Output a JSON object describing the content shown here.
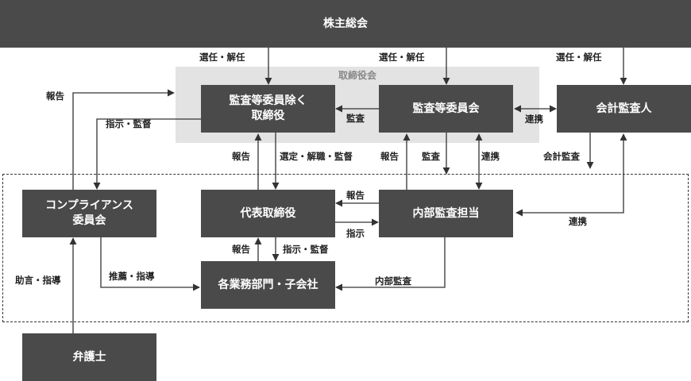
{
  "nodes": {
    "shareholders_meeting": "株主総会",
    "board_of_directors": "取締役会",
    "non_audit_directors": "監査等委員除く\n取締役",
    "audit_committee": "監査等委員会",
    "accounting_auditor": "会計監査人",
    "compliance_committee": "コンプライアンス\n委員会",
    "representative_director": "代表取締役",
    "internal_audit": "内部監査担当",
    "departments_subsidiaries": "各業務部門・子会社",
    "lawyer": "弁護士"
  },
  "edges": {
    "elect_dismiss_1": "選任・解任",
    "elect_dismiss_2": "選任・解任",
    "elect_dismiss_3": "選任・解任",
    "report_board_from_compliance": "報告",
    "instruct_supervise_compliance": "指示・監督",
    "audit_directors": "監査",
    "coordinate_auditor": "連携",
    "report_rep_to_board": "報告",
    "appoint_dismiss_supervise": "選定・解職・監督",
    "report_internal_to_committee": "報告",
    "audit_internal": "監査",
    "coordinate_internal": "連携",
    "accounting_audit": "会計監査",
    "report_internal_to_rep": "報告",
    "instruct_rep_to_internal": "指示",
    "coordinate_auditor_internal": "連携",
    "report_dept_to_rep": "報告",
    "instruct_supervise_dept": "指示・監督",
    "recommend_guide": "推薦・指導",
    "internal_audit_dept": "内部監査",
    "advise_guide": "助言・指導"
  }
}
